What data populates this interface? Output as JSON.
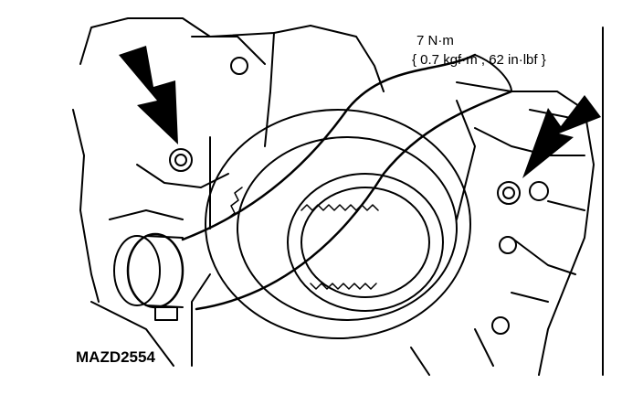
{
  "figure": {
    "id_code": "MAZD2554",
    "torque": {
      "primary": "7 N·m",
      "secondary": "{ 0.7 kgf·m , 62 in·lbf }"
    },
    "parts": {
      "bolts_indicated": 2,
      "components": [
        "engine-block",
        "timing-belt",
        "timing-pulley",
        "coolant-hose",
        "hose-clamp",
        "bolts",
        "indicator-arrows"
      ]
    },
    "colors": {
      "ink": "#000000",
      "paper": "#ffffff"
    }
  }
}
